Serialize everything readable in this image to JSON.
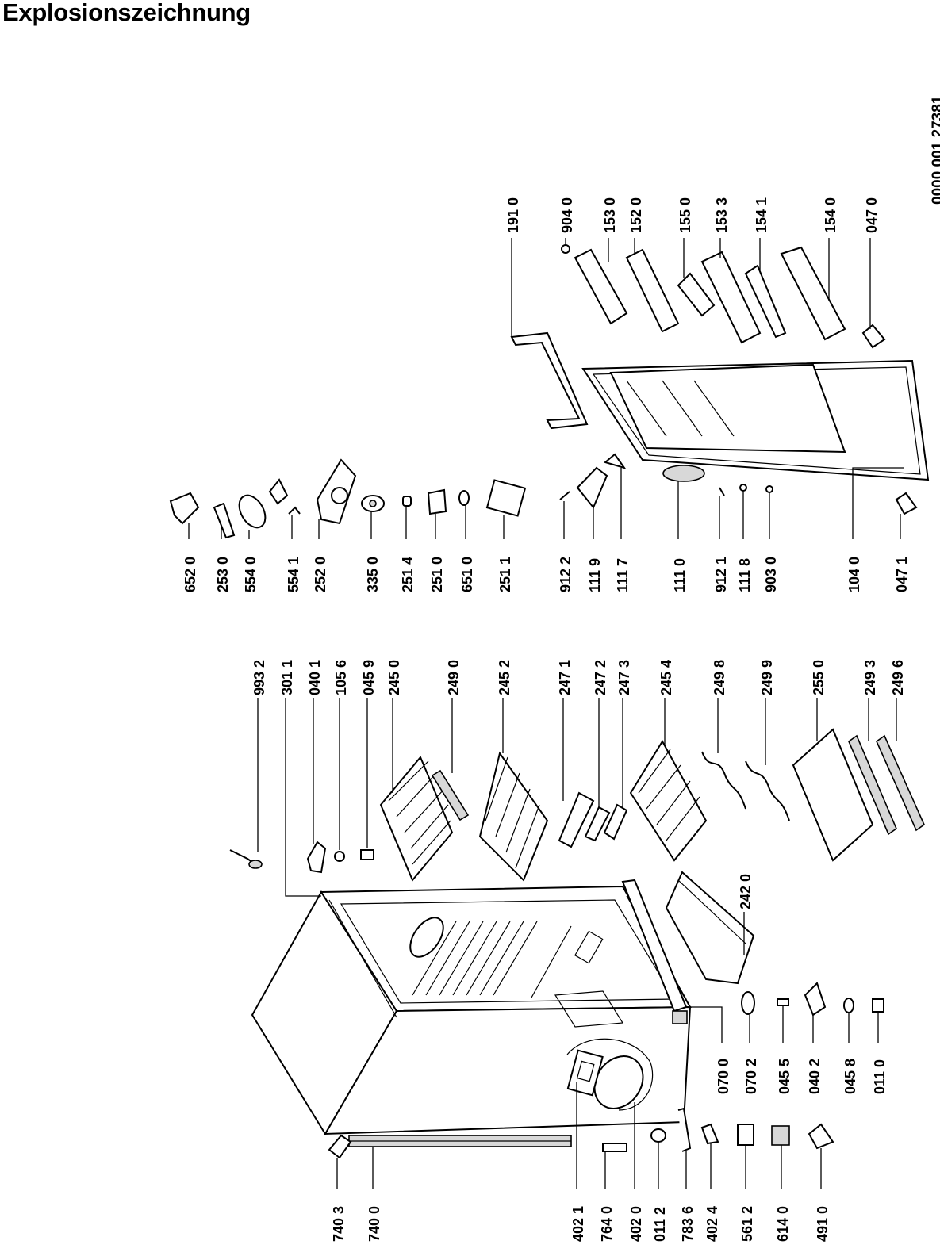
{
  "title": "Explosionszeichnung",
  "document_number": "0000 001 27381",
  "part_labels": {
    "p9932": "993 2",
    "p3011": "301 1",
    "p0401": "040 1",
    "p1056": "105 6",
    "p0459": "045 9",
    "p2450": "245 0",
    "p2490": "249 0",
    "p2452": "245 2",
    "p2471": "247 1",
    "p2472": "247 2",
    "p2473": "247 3",
    "p2454": "245 4",
    "p2498": "249 8",
    "p2499": "249 9",
    "p2550": "255 0",
    "p2493": "249 3",
    "p2496": "249 6",
    "p2420": "242 0",
    "p6520": "652 0",
    "p2530": "253 0",
    "p5540": "554 0",
    "p5541": "554 1",
    "p2520": "252 0",
    "p3350": "335 0",
    "p2514": "251 4",
    "p2510": "251 0",
    "p6510": "651 0",
    "p2511": "251 1",
    "p9122": "912 2",
    "p1119": "111 9",
    "p1117": "111 7",
    "p1110": "111 0",
    "p9121": "912 1",
    "p1118": "111 8",
    "p9030": "903 0",
    "p1040": "104 0",
    "p0471": "047 1",
    "p1910": "191 0",
    "p9040": "904 0",
    "p1530": "153 0",
    "p1520": "152 0",
    "p1550": "155 0",
    "p1533": "153 3",
    "p1541": "154 1",
    "p1540": "154 0",
    "p0470": "047 0",
    "p0700": "070 0",
    "p0702": "070 2",
    "p0455": "045 5",
    "p0402": "040 2",
    "p0458": "045 8",
    "p0110": "011 0",
    "p7403": "740 3",
    "p7400": "740 0",
    "p4021": "402 1",
    "p7640": "764 0",
    "p4020": "402 0",
    "p0112": "011 2",
    "p7836": "783 6",
    "p4024": "402 4",
    "p5612": "561 2",
    "p6140": "614 0",
    "p4910": "491 0"
  }
}
